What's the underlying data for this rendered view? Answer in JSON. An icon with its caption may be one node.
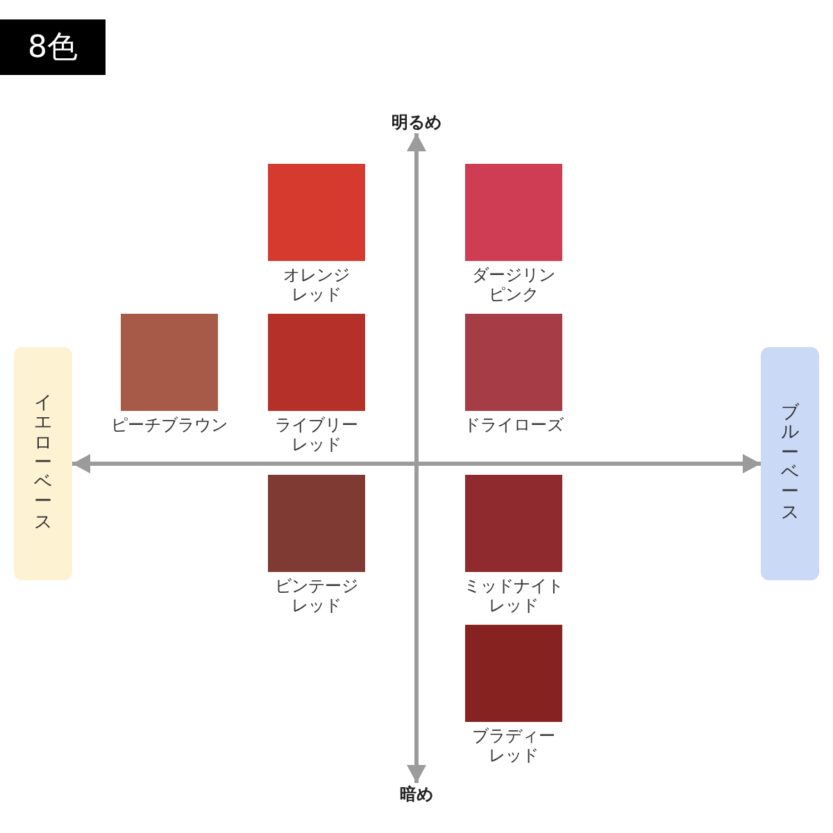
{
  "diagram": {
    "title": "8色",
    "nodes": [
      {
        "text": [
          "明るめ"
        ]
      },
      {
        "text": [
          "オレンジレッド"
        ]
      },
      {
        "text": [
          "ダージリンピンク"
        ]
      },
      {
        "text": [
          "イエローベース"
        ]
      },
      {
        "text": [
          "ピーチブラウン"
        ]
      },
      {
        "text": [
          "ライブリーレッド"
        ]
      },
      {
        "text": [
          "ドライローズ"
        ]
      },
      {
        "text": [
          "ブルーベース"
        ]
      },
      {
        "text": [
          "ビンテージレッド"
        ]
      },
      {
        "text": [
          "ミッドナイトレッド"
        ]
      },
      {
        "text": [
          "ブラディーレッド"
        ]
      },
      {
        "text": [
          "暗め"
        ]
      }
    ],
    "edges": [
      {
        "from": 0,
        "to": 11,
        "arrow": "both"
      },
      {
        "from": 3,
        "to": 7,
        "arrow": "both"
      }
    ]
  }
}
